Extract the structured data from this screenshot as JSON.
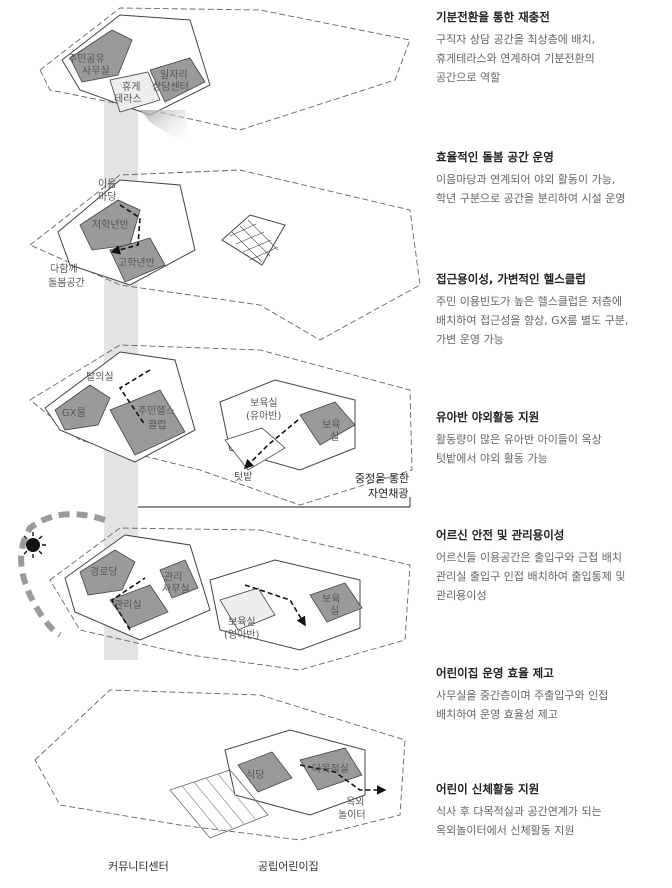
{
  "descriptions": [
    {
      "heading": "기분전환을 통한 재충전",
      "body": "구직자 상담 공간을 최상층에 배치,\n휴게테라스와 연계하여 기분전환의\n공간으로 역할"
    },
    {
      "heading": "효율적인 돌봄 공간 운영",
      "body": "이음마당과 연계되어 야외 활동이 가능,\n학년 구분으로 공간을 분리하여 시설 운영"
    },
    {
      "heading": "접근용이성, 가변적인 헬스클럽",
      "body": "주민 이용빈도가 높은 헬스클럽은 저층에\n배치하여 접근성을 향상, GX룸 별도 구분,\n가변 운영 가능"
    },
    {
      "heading": "유아반 야외활동 지원",
      "body": "활동량이 많은 유아반 아이들이 옥상\n텃밭에서 야외 활동 가능"
    },
    {
      "heading": "어르신 안전 및 관리용이성",
      "body": "어르신들 이용공간은 출입구와 근접 배치\n관리실 출입구 인접 배치하여 출입통제 및\n관리용이성"
    },
    {
      "heading": "어린이집 운영 효율 제고",
      "body": "사무실을 중간층이며 주출입구와 인접\n배치하여 운영 효율성 제고"
    },
    {
      "heading": "어린이 신체활동 지원",
      "body": "식사 후 다목적실과 공간연계가 되는\n옥외놀이터에서 신체활동 지원"
    }
  ],
  "plan_labels": {
    "l1": "주민공유",
    "l2": "사무실",
    "l3": "휴게",
    "l4": "테라스",
    "l5": "일자리",
    "l6": "상담센터",
    "l7": "이음",
    "l8": "마당",
    "l9": "저학년반",
    "l10": "고학년반",
    "l11": "다함께",
    "l12": "돌봄공간",
    "l13": "탈의실",
    "l14": "GX룸",
    "l15": "주민헬스",
    "l16": "클럽",
    "l17": "보육실",
    "l18": "(유아반)",
    "l19": "보육",
    "l20": "실",
    "l21": "텃밭",
    "l22": "경로당",
    "l23": "관리실",
    "l24": "관리",
    "l25": "사무실",
    "l26": "보육실",
    "l27": "(영아반)",
    "l28": "보육",
    "l29": "실",
    "l30": "식당",
    "l31": "다목적실",
    "l32": "옥외",
    "l33": "놀이터"
  },
  "courtyard_note": {
    "line1": "중정을 통한",
    "line2": "자연채광"
  },
  "bottom_labels": {
    "left": "커뮤니티센터",
    "right": "공립어린이집"
  },
  "colors": {
    "room_fill": "#9a9a9a",
    "light_shaft": "#d9d9d9",
    "outline": "#444444",
    "dashed_boundary": "#666666",
    "sun": "#111111",
    "sun_arc": "#9a9a9a"
  }
}
